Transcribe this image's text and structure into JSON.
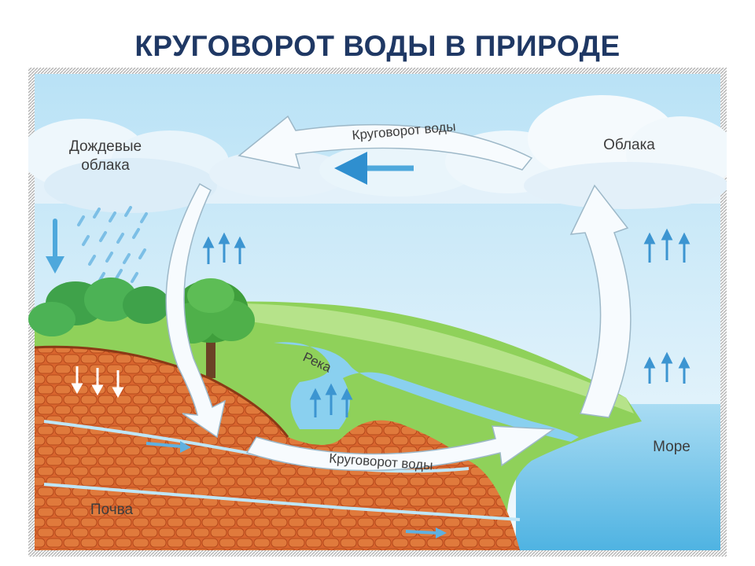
{
  "page": {
    "title": "КРУГОВОРОТ ВОДЫ В ПРИРОДЕ"
  },
  "diagram": {
    "labels": {
      "rain_clouds_line1": "Дождевые",
      "rain_clouds_line2": "облака",
      "clouds": "Облака",
      "river": "Река",
      "sea": "Море",
      "soil": "Почва",
      "cycle_top": "Круговорот воды",
      "cycle_bottom": "Круговорот воды"
    },
    "colors": {
      "title": "#1f3864",
      "sky": "#d6eefb",
      "cloud": "#e6f3fb",
      "water": "#6ec4ea",
      "hill": "#8fd15a",
      "soil": "#d9652e",
      "soil_dark": "#b64a1c",
      "cycle_arrow": "#f7fbfe",
      "arrow_blue": "#2f8fcf"
    },
    "icons": [
      "rain-icon",
      "tree-icon",
      "evaporation-arrow-icon",
      "flow-arrow-icon"
    ]
  }
}
